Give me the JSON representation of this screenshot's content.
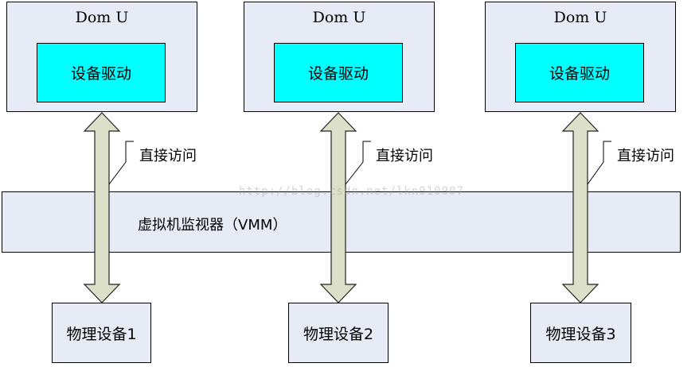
{
  "dom_u": [
    {
      "title": "Dom U",
      "driver": "设备驱动"
    },
    {
      "title": "Dom U",
      "driver": "设备驱动"
    },
    {
      "title": "Dom U",
      "driver": "设备驱动"
    }
  ],
  "vmm": {
    "label": "虚拟机监视器（VMM）"
  },
  "physical_devices": [
    "物理设备1",
    "物理设备2",
    "物理设备3"
  ],
  "callouts": [
    "直接访问",
    "直接访问",
    "直接访问"
  ],
  "watermark": "http://blog.csdn.net/lkn910907",
  "colors": {
    "box_fill": "#e6ebf5",
    "driver_fill": "#00ffff",
    "arrow_fill": "#dde0c8",
    "border": "#000000"
  }
}
